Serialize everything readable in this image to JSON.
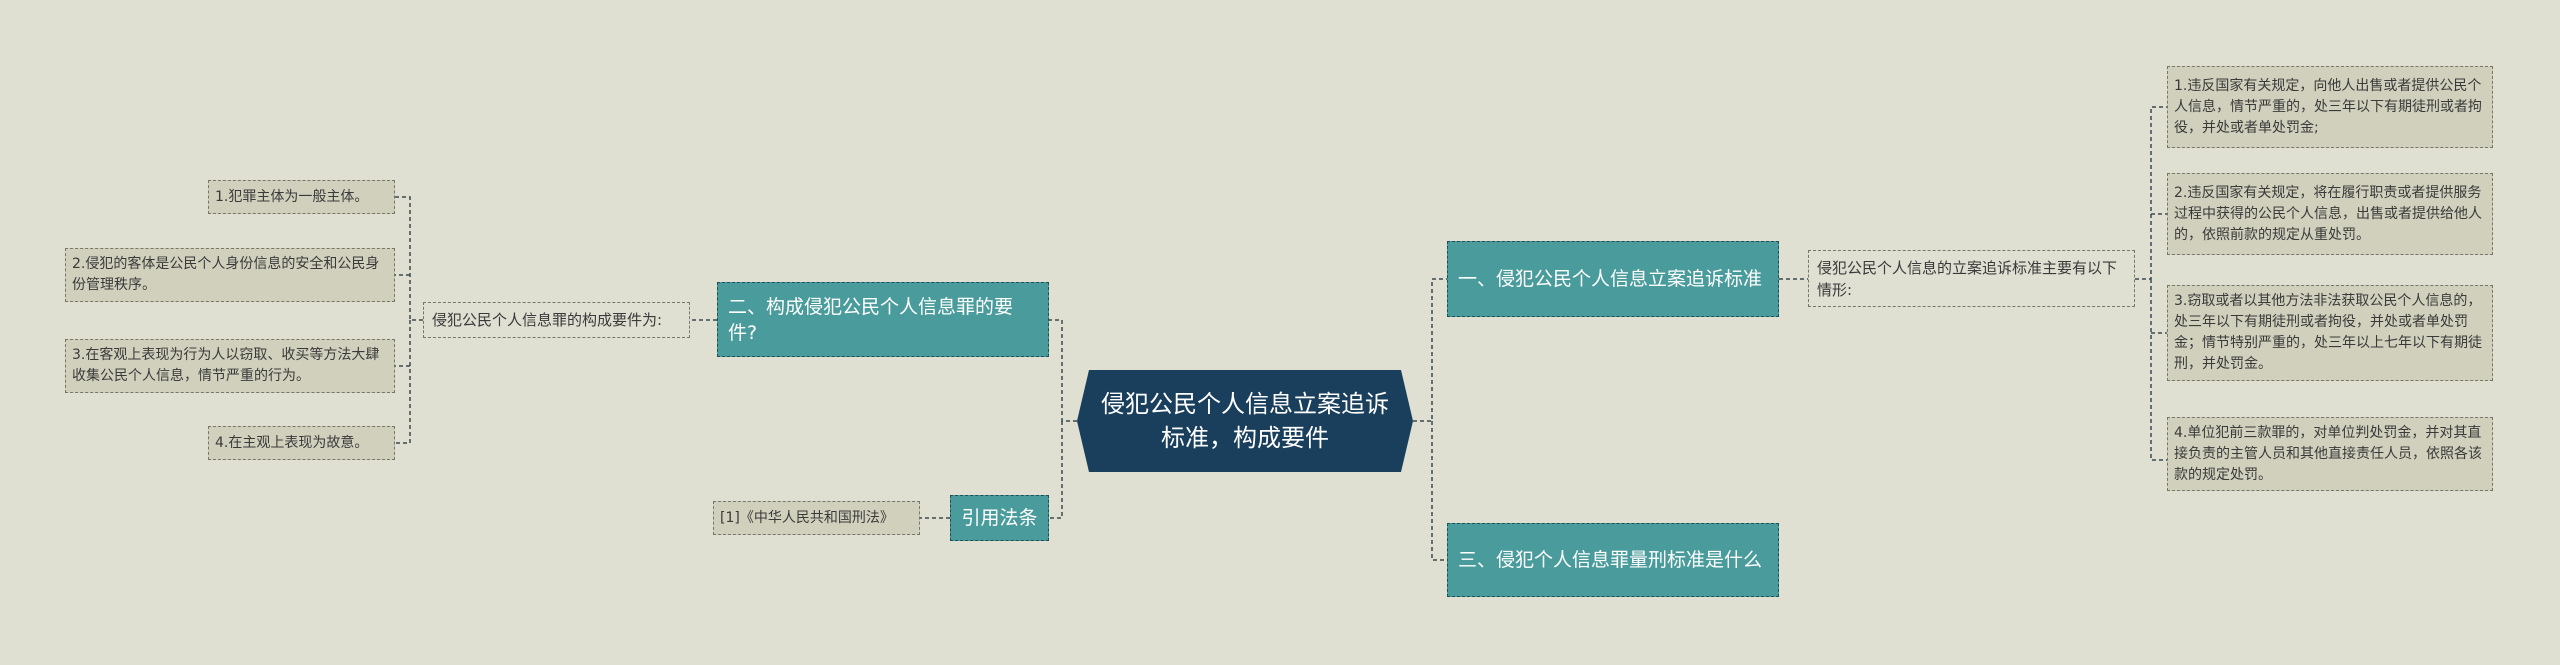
{
  "root": {
    "title": "侵犯公民个人信息立案追诉标准，构成要件"
  },
  "right": {
    "branch1": {
      "label": "一、侵犯公民个人信息立案追诉标准",
      "intro": "侵犯公民个人信息的立案追诉标准主要有以下情形:",
      "items": [
        "1.违反国家有关规定，向他人出售或者提供公民个人信息，情节严重的，处三年以下有期徒刑或者拘役，并处或者单处罚金;",
        "2.违反国家有关规定，将在履行职责或者提供服务过程中获得的公民个人信息，出售或者提供给他人的，依照前款的规定从重处罚。",
        "3.窃取或者以其他方法非法获取公民个人信息的，处三年以下有期徒刑或者拘役，并处或者单处罚金；情节特别严重的，处三年以上七年以下有期徒刑，并处罚金。",
        "4.单位犯前三款罪的，对单位判处罚金，并对其直接负责的主管人员和其他直接责任人员，依照各该款的规定处罚。"
      ]
    },
    "branch3": {
      "label": "三、侵犯个人信息罪量刑标准是什么"
    }
  },
  "left": {
    "branch2": {
      "label": "二、构成侵犯公民个人信息罪的要件?",
      "intro": "侵犯公民个人信息罪的构成要件为:",
      "items": [
        "1.犯罪主体为一般主体。",
        "2.侵犯的客体是公民个人身份信息的安全和公民身份管理秩序。",
        "3.在客观上表现为行为人以窃取、收买等方法大肆收集公民个人信息，情节严重的行为。",
        "4.在主观上表现为故意。"
      ]
    },
    "citation": {
      "label": "引用法条",
      "items": [
        "[1]《中华人民共和国刑法》"
      ]
    }
  },
  "colors": {
    "background": "#dfdfd2",
    "root": "#1a3f5c",
    "branch": "#4a9b9b",
    "leaf": "#d0d0bd",
    "line": "#3b4a4f"
  }
}
